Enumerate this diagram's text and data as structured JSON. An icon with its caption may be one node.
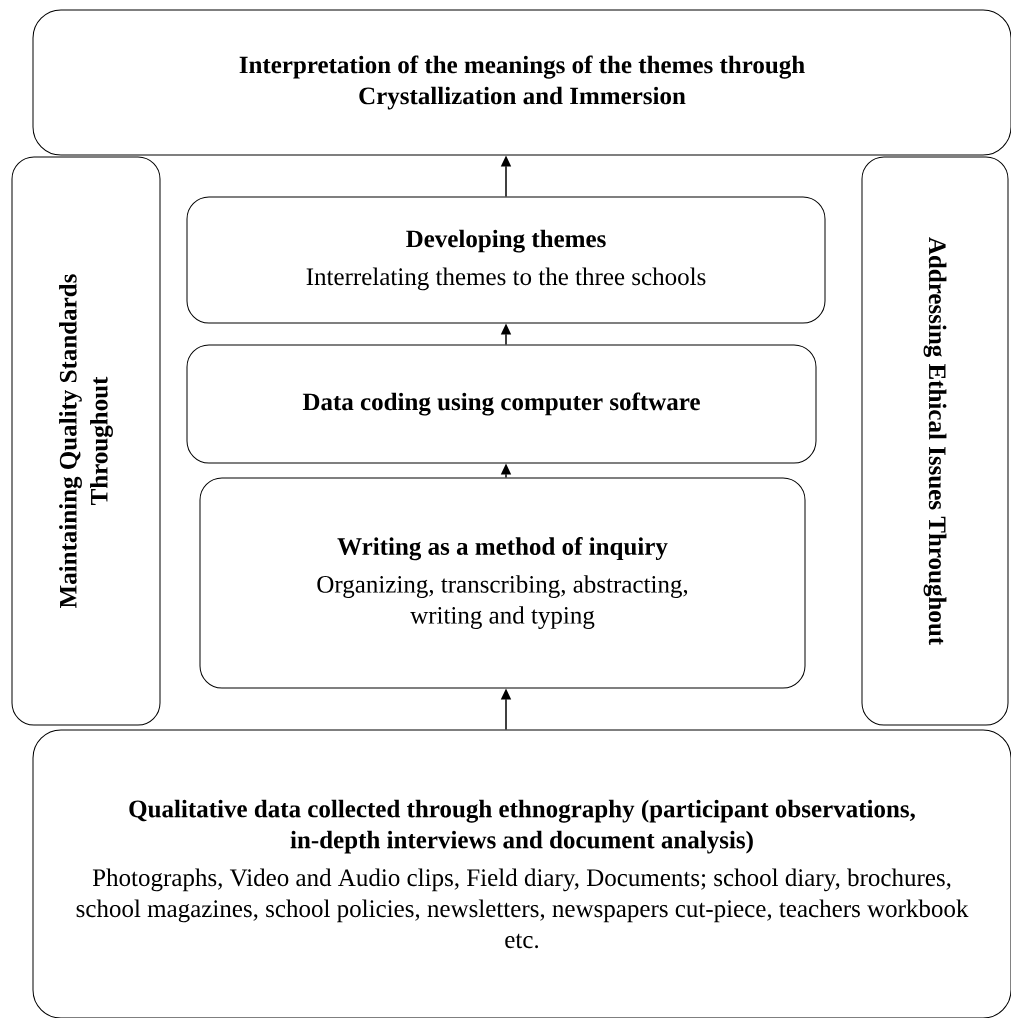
{
  "diagram": {
    "nodes": [
      {
        "text": [
          "Interpretation of the meanings of the themes through Crystallization and Immersion"
        ]
      },
      {
        "text": [
          "Maintaining Quality Standards Throughout"
        ]
      },
      {
        "text": [
          "Developing themes",
          "Interrelating themes to the three schools"
        ]
      },
      {
        "text": [
          "Data coding using computer software"
        ]
      },
      {
        "text": [
          "Writing as a method of inquiry",
          "Organizing, transcribing, abstracting, writing and typing"
        ]
      },
      {
        "text": [
          "Addressing Ethical Issues Throughout"
        ]
      },
      {
        "text": [
          "Qualitative data collected through ethnography (participant observations, in-depth interviews and document analysis)",
          "Photographs, Video and Audio clips, Field diary, Documents; school diary, brochures, school magazines, school policies, newsletters, newspapers cut-piece, teachers workbook etc."
        ]
      }
    ],
    "edges": [
      {
        "from": 6,
        "to": 4,
        "arrow": "to"
      },
      {
        "from": 4,
        "to": 3,
        "arrow": "to"
      },
      {
        "from": 3,
        "to": 2,
        "arrow": "to"
      },
      {
        "from": 2,
        "to": 0,
        "arrow": "to"
      }
    ]
  }
}
